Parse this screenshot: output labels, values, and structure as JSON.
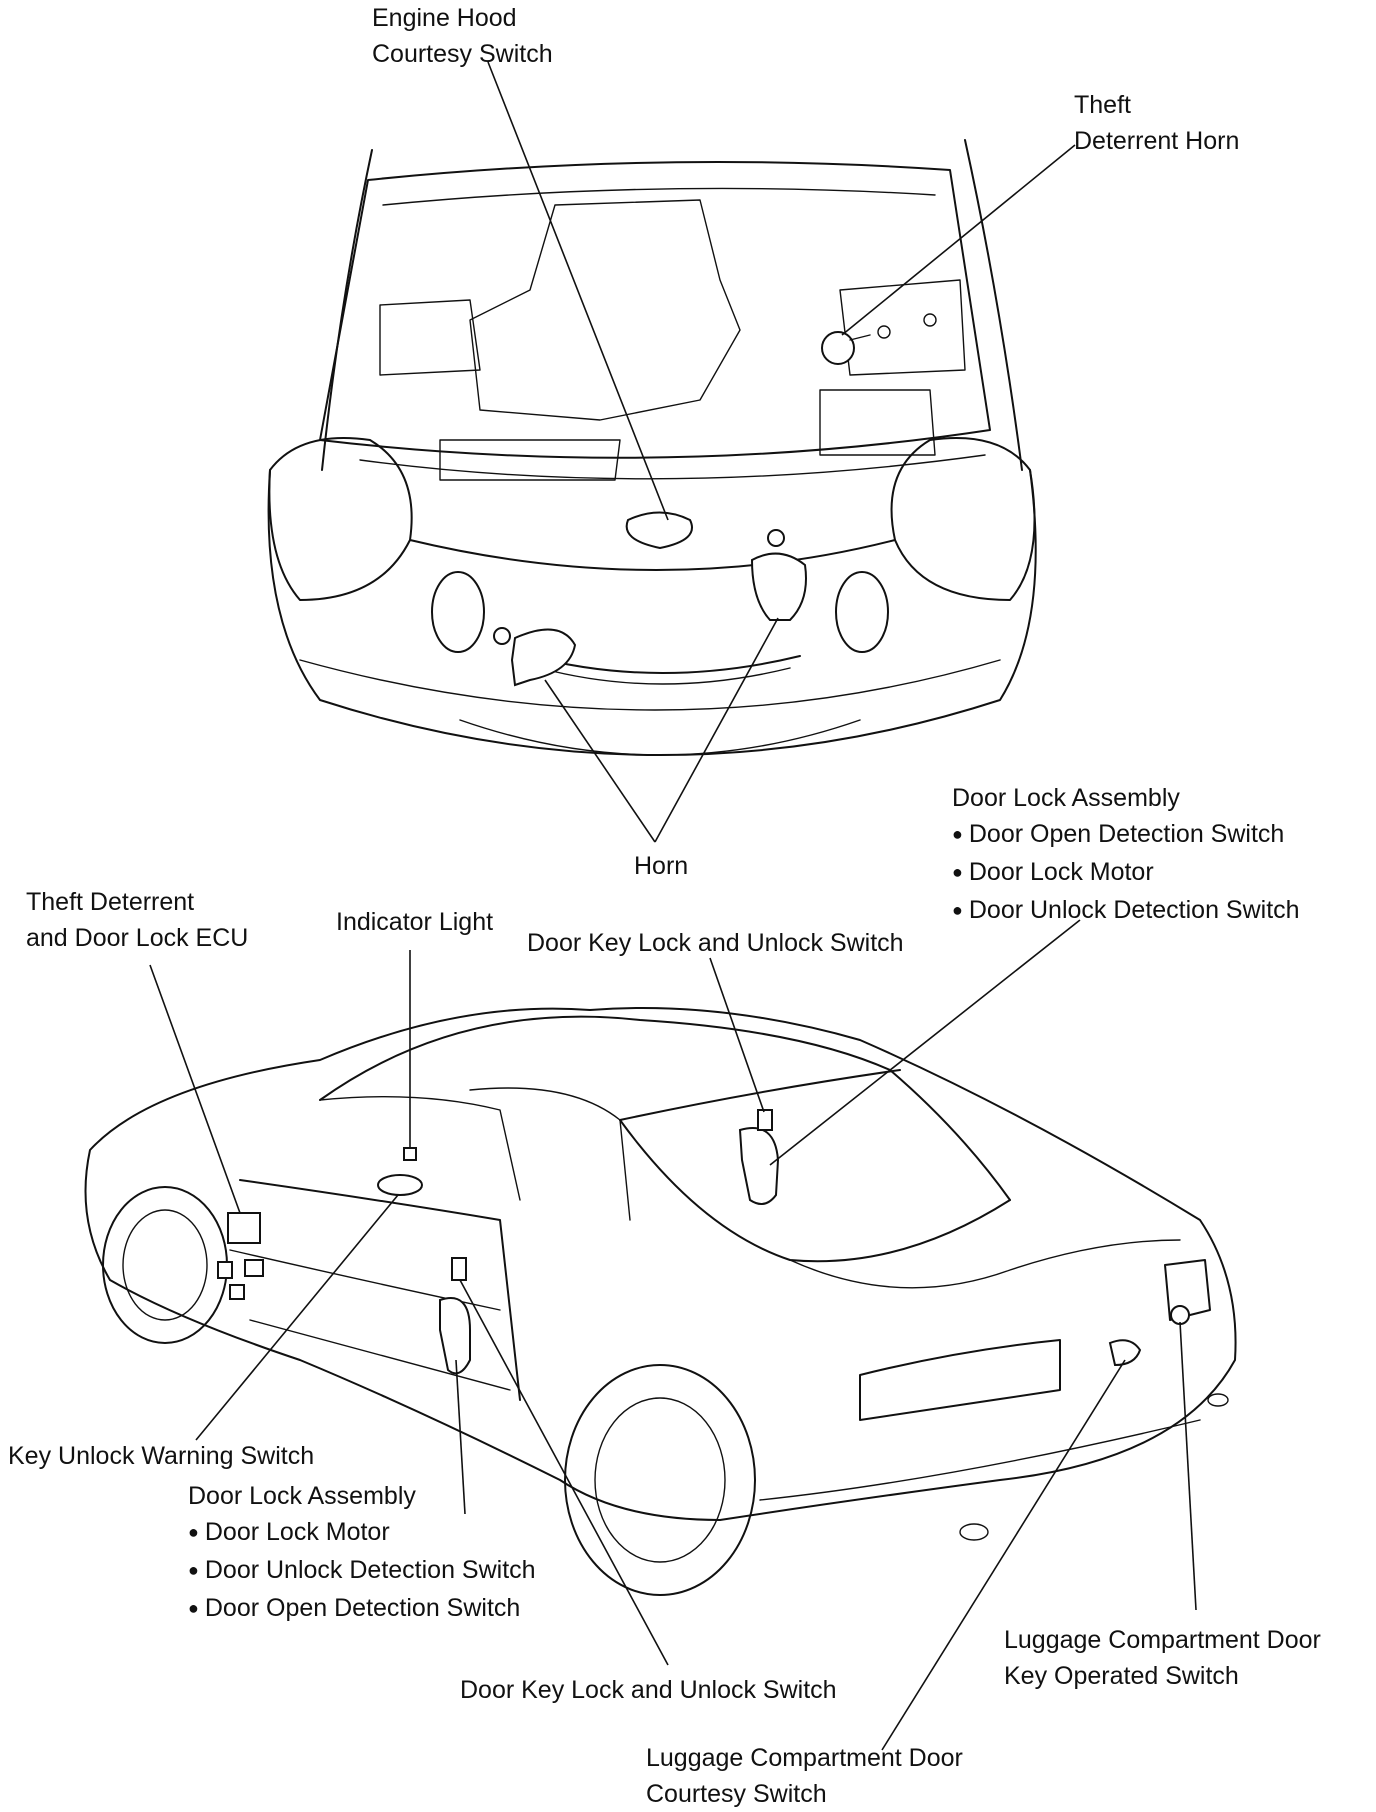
{
  "labels": {
    "engine_hood_courtesy_switch": [
      "Engine Hood",
      "Courtesy Switch"
    ],
    "theft_deterrent_horn": [
      "Theft",
      "Deterrent Horn"
    ],
    "horn": "Horn",
    "door_lock_assembly_right": {
      "title": "Door Lock Assembly",
      "items": [
        "Door Open Detection Switch",
        "Door Lock Motor",
        "Door Unlock Detection Switch"
      ]
    },
    "theft_deterrent_ecu": [
      "Theft Deterrent",
      "and Door Lock ECU"
    ],
    "indicator_light": "Indicator Light",
    "door_key_switch_top": "Door Key Lock and Unlock Switch",
    "key_unlock_warning_switch": "Key Unlock Warning Switch",
    "door_lock_assembly_left": {
      "title": "Door Lock Assembly",
      "items": [
        "Door Lock Motor",
        "Door Unlock Detection Switch",
        "Door Open Detection Switch"
      ]
    },
    "door_key_switch_bottom": "Door Key Lock and Unlock Switch",
    "luggage_key_operated_switch": [
      "Luggage Compartment Door",
      "Key Operated Switch"
    ],
    "luggage_courtesy_switch": [
      "Luggage Compartment Door",
      "Courtesy Switch"
    ]
  },
  "icons": {
    "bullet": "filled-circle-bullet"
  }
}
